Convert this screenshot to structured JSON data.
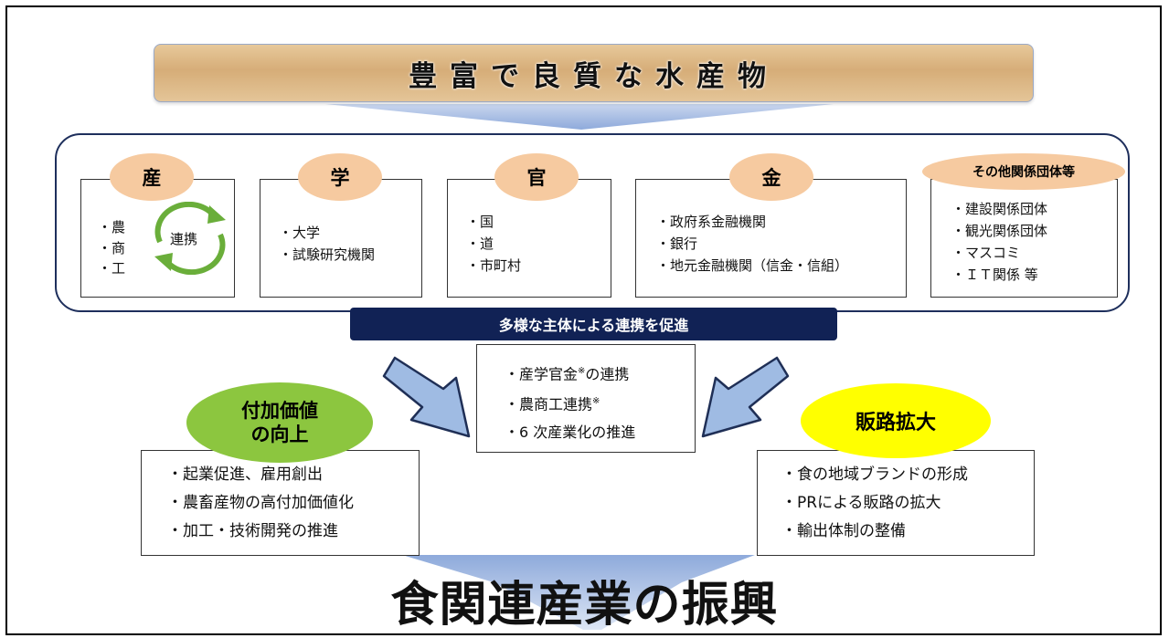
{
  "banner": {
    "title": "豊富で良質な水産物"
  },
  "sectors": [
    {
      "label": "産",
      "items": [
        "・農",
        "・商",
        "・工"
      ],
      "cycle_label": "連携"
    },
    {
      "label": "学",
      "items": [
        "・大学",
        "・試験研究機関"
      ]
    },
    {
      "label": "官",
      "items": [
        "・国",
        "・道",
        "・市町村"
      ]
    },
    {
      "label": "金",
      "items": [
        "・政府系金融機関",
        "・銀行",
        "・地元金融機関（信金・信組）"
      ]
    },
    {
      "label": "その他関係団体等",
      "items": [
        "・建設関係団体",
        "・観光関係団体",
        "・マスコミ",
        "・ＩＴ関係 等"
      ]
    }
  ],
  "promotion_bar": "多様な主体による連携を促進",
  "center": {
    "items": [
      {
        "text": "・産学官金",
        "note": "※",
        "suffix": "の連携"
      },
      {
        "text": "・農商工連携",
        "note": "※",
        "suffix": ""
      },
      {
        "text": "・6 次産業化の推進",
        "note": "",
        "suffix": ""
      }
    ]
  },
  "left": {
    "oval_line1": "付加価値",
    "oval_line2": "の向上",
    "items": [
      "・起業促進、雇用創出",
      "・農畜産物の高付加価値化",
      "・加工・技術開発の推進"
    ]
  },
  "right": {
    "oval": "販路拡大",
    "items": [
      "・食の地域ブランドの形成",
      "・PRによる販路の拡大",
      "・輸出体制の整備"
    ]
  },
  "footer": {
    "title": "食関連産業の振興"
  },
  "colors": {
    "navy": "#112255",
    "peach": "#f6caa0",
    "green": "#8cc63f",
    "yellow": "#ffff00",
    "arrow_blue": "#8eaadb"
  }
}
